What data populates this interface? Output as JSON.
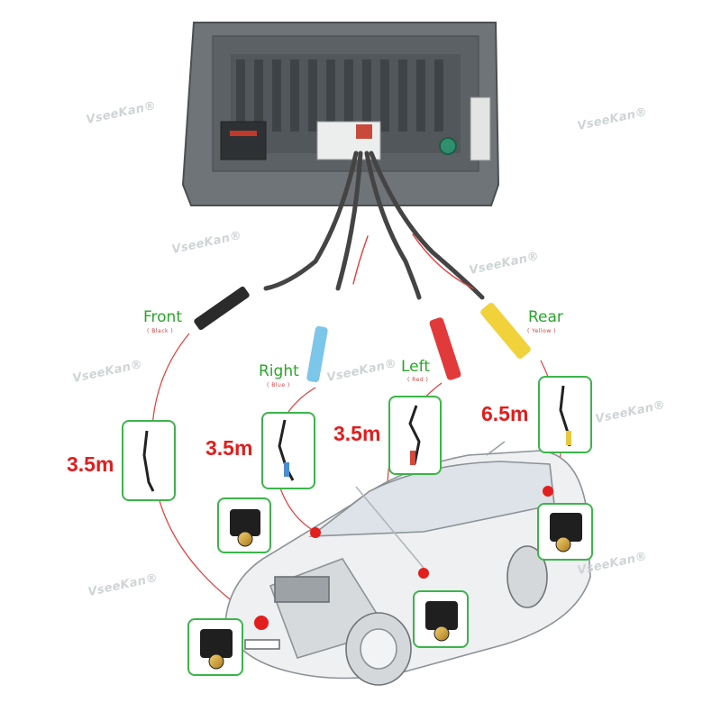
{
  "watermark": "VseeKan®",
  "cameras": [
    {
      "label": "Front",
      "color_note": "( Black )",
      "cable_length": "3.5m"
    },
    {
      "label": "Right",
      "color_note": "( Blue )",
      "cable_length": "3.5m"
    },
    {
      "label": "Left",
      "color_note": "( Red )",
      "cable_length": "3.5m"
    },
    {
      "label": "Rear",
      "color_note": "( Yellow )",
      "cable_length": "6.5m"
    }
  ],
  "colors": {
    "label_green": "#2aa52a",
    "length_red": "#e11d1d",
    "wire_red": "#e33b3b",
    "box_border": "#3bb54a",
    "connector_black": "#2b2b2b",
    "connector_blue": "#7cc6ea",
    "connector_red": "#e23a3a",
    "connector_yellow": "#f1d23a"
  },
  "icons": [
    "head-unit",
    "camera-module",
    "car-illustration",
    "plug-connector"
  ]
}
